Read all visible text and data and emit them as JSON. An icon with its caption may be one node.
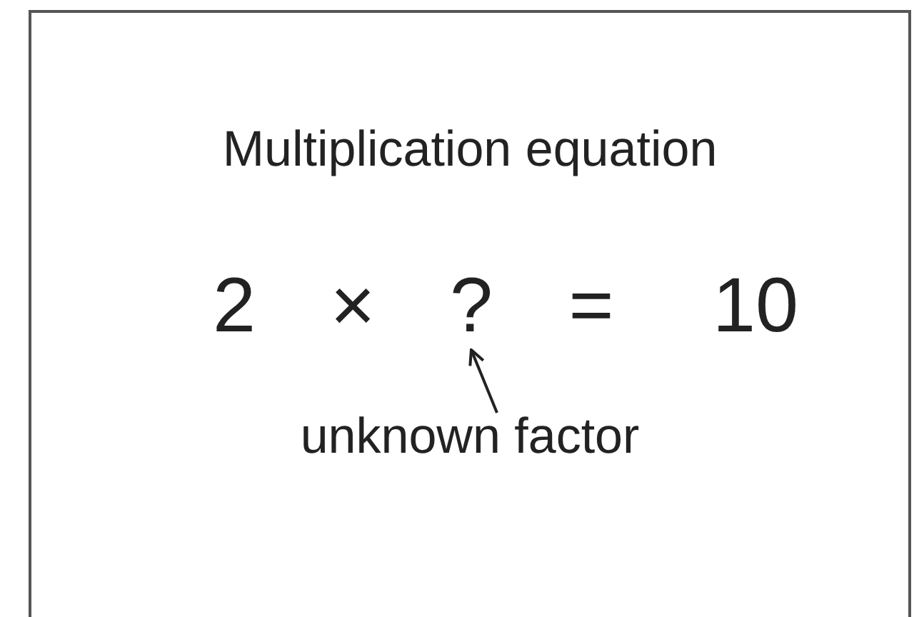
{
  "diagram": {
    "title": "Multiplication equation",
    "nodes": [
      {
        "text": [
          "?"
        ]
      },
      {
        "text": [
          "unknown factor"
        ]
      }
    ],
    "edges": [
      {
        "from": 1,
        "to": 0,
        "arrow": "to"
      }
    ],
    "labels": [
      "2",
      "×",
      "=",
      "10"
    ]
  }
}
